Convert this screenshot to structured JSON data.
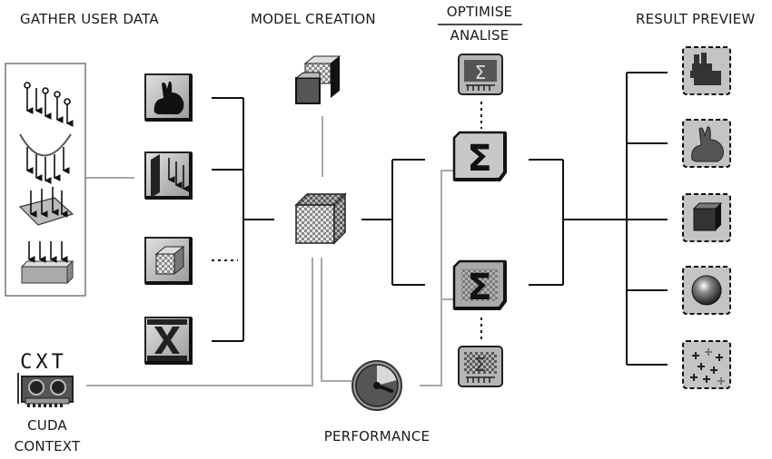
{
  "headers": {
    "gather": "GATHER USER DATA",
    "model": "MODEL CREATION",
    "optimise_top": "OPTIMISE",
    "optimise_bottom": "ANALISE",
    "result": "RESULT PREVIEW"
  },
  "cuda": {
    "chip_text": "CXT",
    "label_line1": "CUDA",
    "label_line2": "CONTEXT"
  },
  "performance": {
    "label": "PERFORMANCE"
  },
  "optimise": {
    "sigma_glyph": "Σ"
  },
  "gather_icons": [
    "bunny-mesh-icon",
    "point-loads-icon",
    "voxel-cube-icon",
    "cross-icon"
  ],
  "result_icons": [
    "voxel-bunny-icon",
    "bunny-icon",
    "cube-icon",
    "sphere-icon",
    "plus-pattern-icon"
  ],
  "colors": {
    "line_dark": "#111111",
    "line_light": "#a8a8a8",
    "tile_fill": "#c8c8c8",
    "tile_stroke": "#222222"
  }
}
